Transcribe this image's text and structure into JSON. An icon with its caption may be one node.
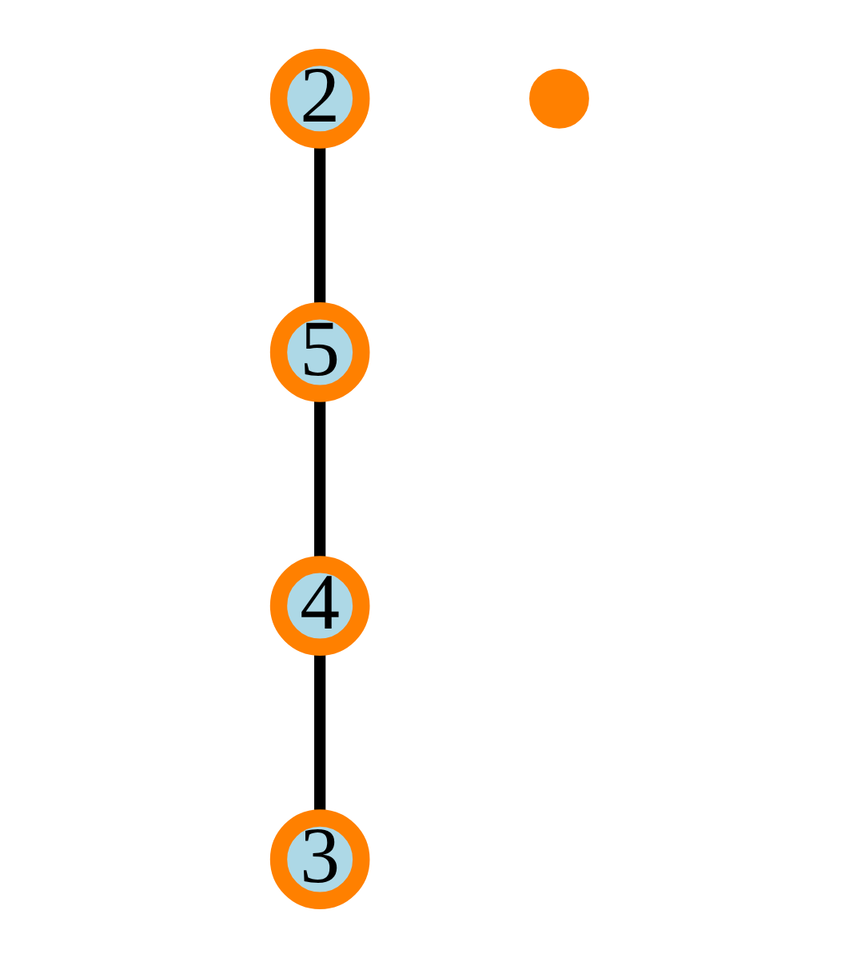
{
  "diagram": {
    "nodes": [
      {
        "text": [
          "2"
        ]
      },
      {
        "text": [],
        "shape": "circle"
      },
      {
        "text": [
          "5"
        ]
      },
      {
        "text": [
          "4"
        ]
      },
      {
        "text": [
          "3"
        ]
      }
    ],
    "edges": [
      {
        "from": 0,
        "to": 2,
        "arrow": "none"
      },
      {
        "from": 2,
        "to": 3,
        "arrow": "none"
      },
      {
        "from": 3,
        "to": 4,
        "arrow": "none"
      }
    ]
  }
}
